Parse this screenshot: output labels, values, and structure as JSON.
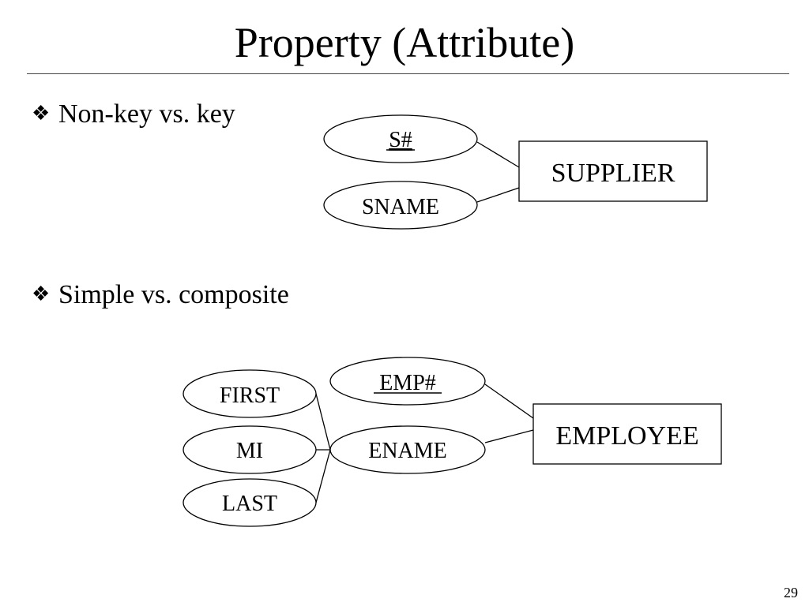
{
  "slide": {
    "title": "Property (Attribute)",
    "page_number": "29"
  },
  "bullets": [
    {
      "icon": "diamond-bullet-icon",
      "text": "Non-key vs. key"
    },
    {
      "icon": "diamond-bullet-icon",
      "text": "Simple vs. composite"
    }
  ],
  "diagram_key": {
    "entity": "SUPPLIER",
    "attributes": [
      {
        "label": "S#",
        "key": true
      },
      {
        "label": "SNAME",
        "key": false
      }
    ]
  },
  "diagram_composite": {
    "entity": "EMPLOYEE",
    "attributes": [
      {
        "label": "EMP#",
        "key": true
      },
      {
        "label": "ENAME",
        "key": false
      }
    ],
    "components": [
      "FIRST",
      "MI",
      "LAST"
    ]
  }
}
